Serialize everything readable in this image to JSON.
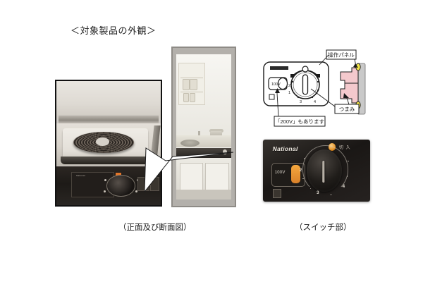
{
  "document": {
    "title": "＜対象製品の外観＞"
  },
  "figures": {
    "cooktop_photo": {
      "name": "電気こんろ拡大写真",
      "panel_text": "National"
    },
    "kitchen_photo": {
      "name": "台所設置状況写真"
    },
    "switch_diagram": {
      "name": "スイッチ部 線図",
      "labels": {
        "control_panel": "操作パネル",
        "knob": "つまみ",
        "voltage_note": "「200V」もあります",
        "voltage_button": "100V"
      },
      "dial_numbers": [
        "1",
        "2",
        "3",
        "4"
      ]
    },
    "switch_photo": {
      "name": "スイッチ部 写真",
      "brand": "National",
      "voltage_label": "100V",
      "top_text": "切 入",
      "dial_numbers": [
        "2",
        "3",
        "4"
      ]
    }
  },
  "captions": {
    "left": "（正面及び断面図）",
    "right": "（スイッチ部）"
  },
  "colors": {
    "page_background": "#ffffff",
    "text": "#1a1a1a",
    "accent_orange": "#e8902c",
    "diagram_pink": "#f4c9cd",
    "diagram_yellow": "#f2e44a",
    "diagram_gray": "#c9c9c9",
    "photo_dark": "#1d1a17"
  }
}
